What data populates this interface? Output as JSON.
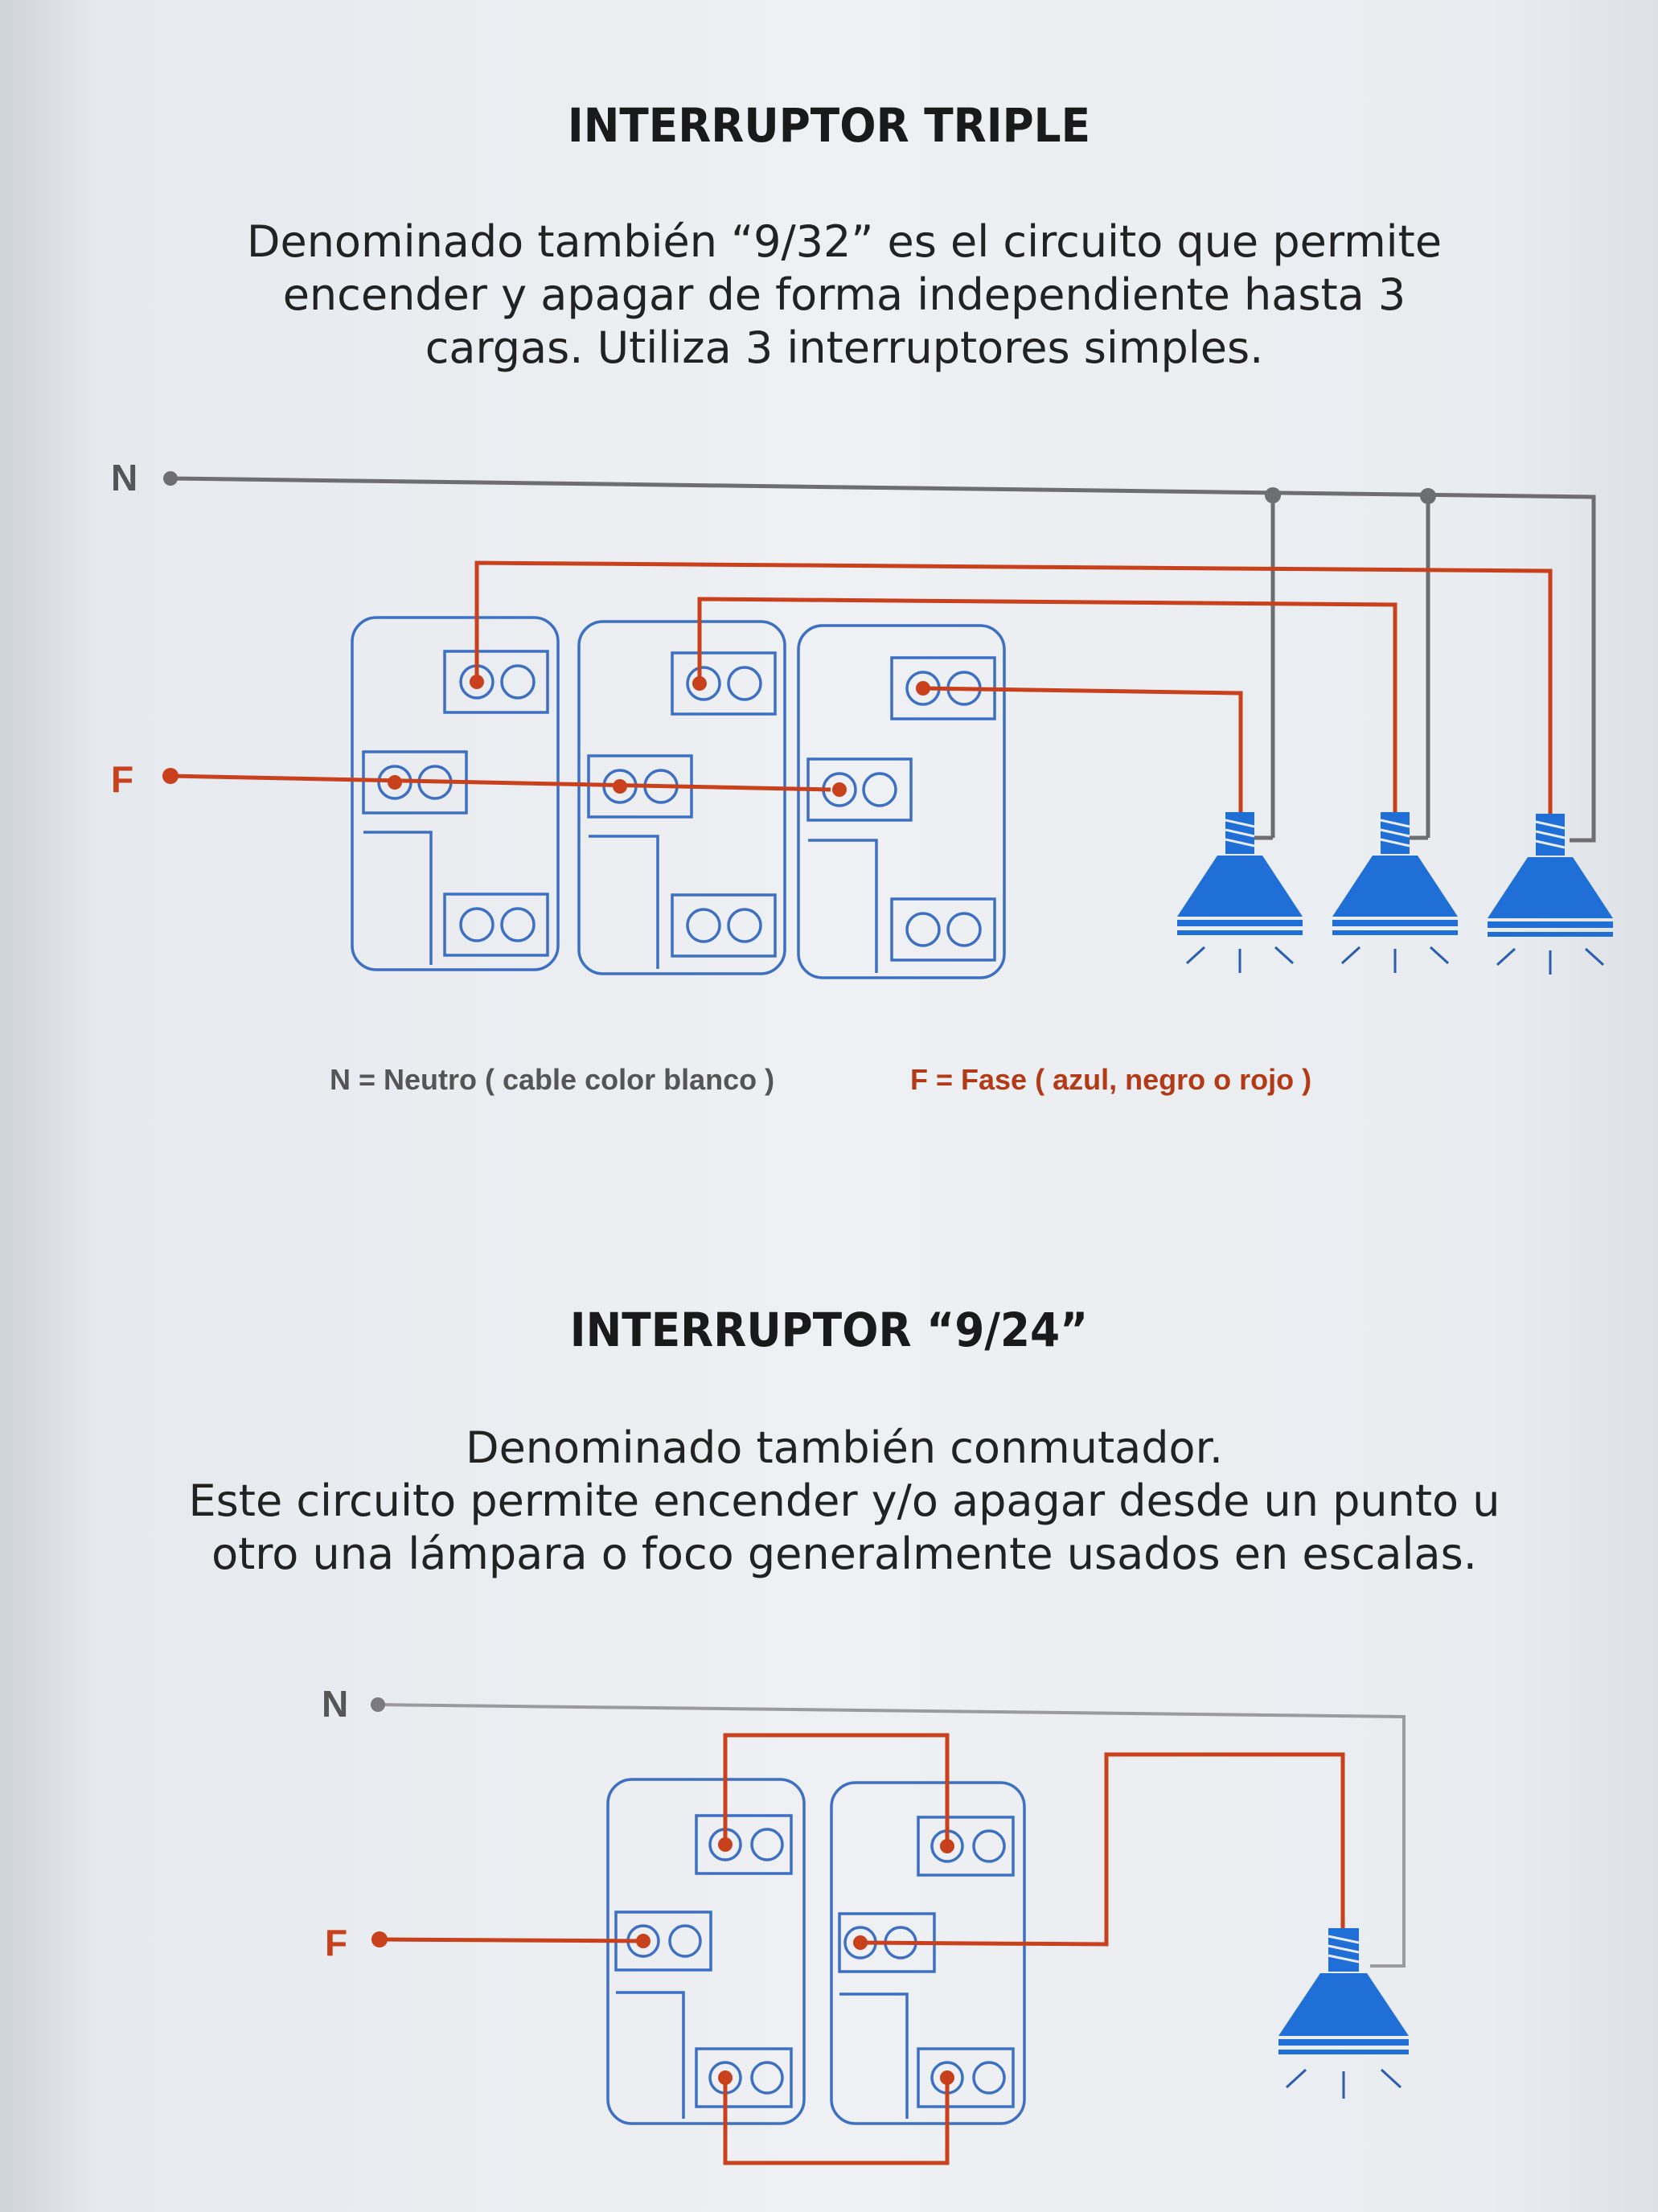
{
  "colors": {
    "neutral": "#6e6e72",
    "phase": "#c9411c",
    "outline": "#3d6fc2",
    "lamp": "#1f6fd6"
  },
  "section1": {
    "title": "INTERRUPTOR TRIPLE",
    "description": [
      "Denominado también “9/32” es el circuito que permite",
      "encender y apagar de forma independiente hasta 3",
      "cargas. Utiliza 3 interruptores simples."
    ],
    "label_n": "N",
    "label_f": "F",
    "legend_neutral": "N = Neutro ( cable color blanco )",
    "legend_phase": "F = Fase ( azul, negro o rojo )"
  },
  "section2": {
    "title": "INTERRUPTOR “9/24”",
    "description": [
      "Denominado también conmutador.",
      "Este circuito permite encender y/o apagar  desde un punto u",
      "otro una lámpara o foco generalmente usados en escalas."
    ],
    "label_n": "N",
    "label_f": "F"
  }
}
